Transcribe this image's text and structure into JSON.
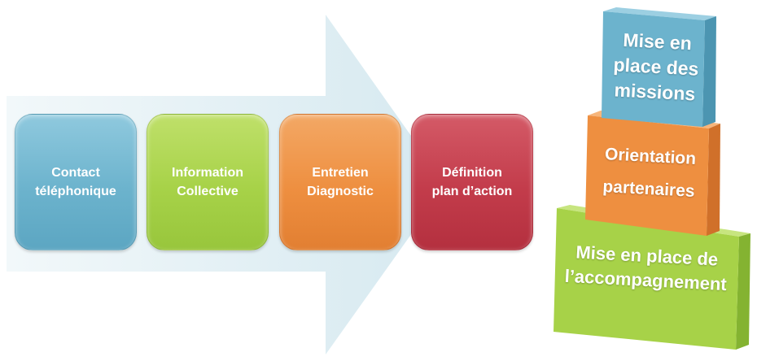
{
  "process": {
    "steps": [
      {
        "line1": "Contact",
        "line2": "téléphonique",
        "color": "#6cb3cd"
      },
      {
        "line1": "Information",
        "line2": "Collective",
        "color": "#a7d248"
      },
      {
        "line1": "Entretien",
        "line2": "Diagnostic",
        "color": "#ee8f40"
      },
      {
        "line1": "Définition",
        "line2": "plan d’action",
        "color": "#c33c4b"
      }
    ],
    "arrow_color": "#dcecf2"
  },
  "pyramid": {
    "top": {
      "lines": [
        "Mise en",
        "place des",
        "missions"
      ],
      "color": "#6cb3cd"
    },
    "middle": {
      "lines": [
        "Orientation",
        "partenaires"
      ],
      "color": "#ee8f40"
    },
    "bottom": {
      "lines": [
        "Mise en place de",
        "l’accompagnement"
      ],
      "color": "#a7d248"
    }
  }
}
